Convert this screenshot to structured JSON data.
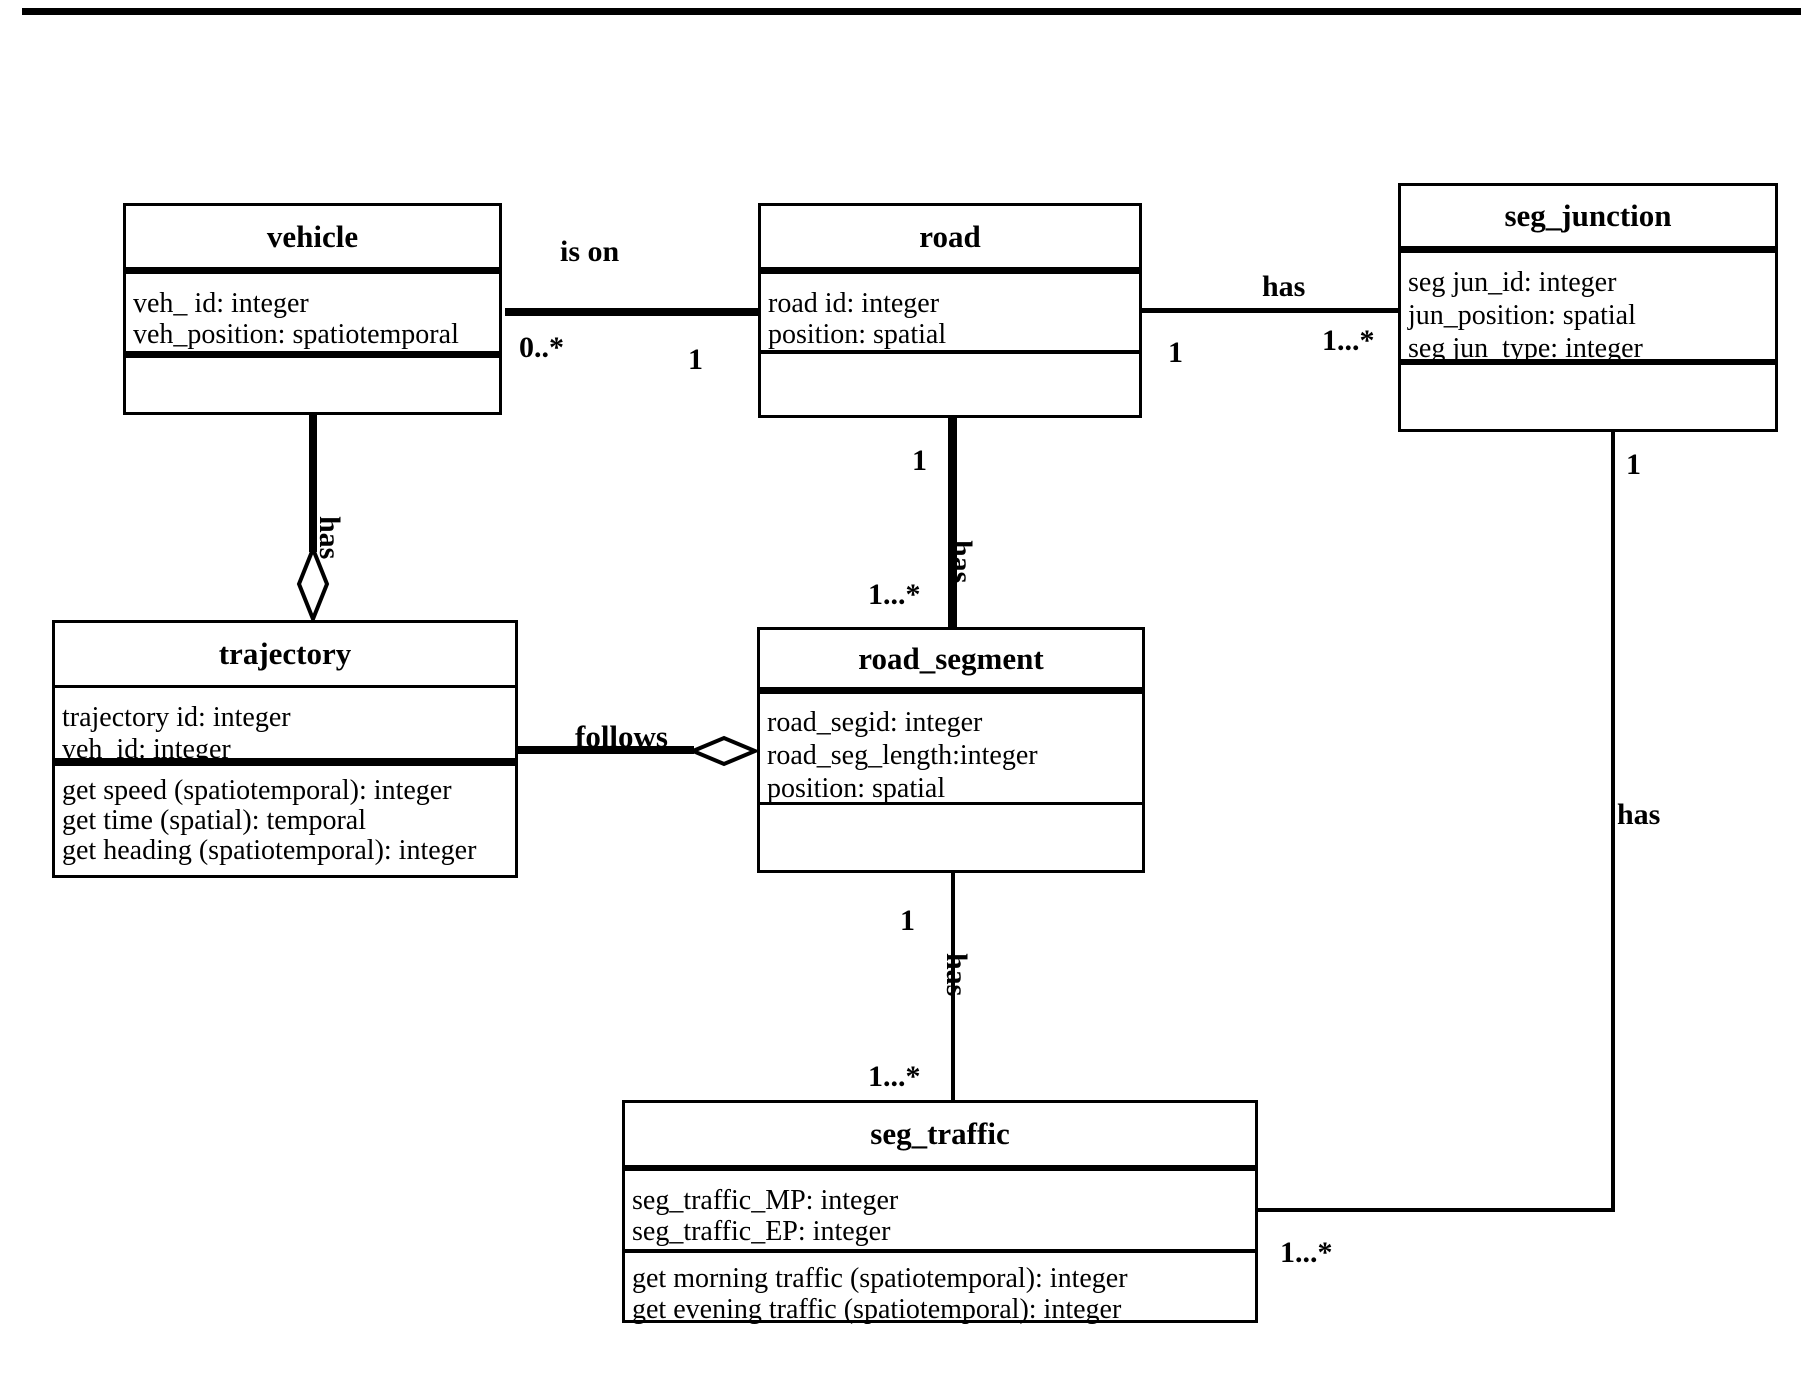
{
  "diagram": {
    "colors": {
      "line": "#000000",
      "background": "#ffffff"
    },
    "classes": {
      "vehicle": {
        "title": "vehicle",
        "attributes": [
          "veh_ id: integer",
          "veh_position: spatiotemporal"
        ],
        "methods": []
      },
      "road": {
        "title": "road",
        "attributes": [
          "road id: integer",
          "position: spatial"
        ],
        "methods": []
      },
      "seg_junction": {
        "title": "seg_junction",
        "attributes": [
          "seg jun_id: integer",
          "jun_position: spatial",
          "seg jun_type: integer"
        ],
        "methods": []
      },
      "trajectory": {
        "title": "trajectory",
        "attributes": [
          "trajectory id: integer",
          "veh_id: integer"
        ],
        "methods": [
          "get speed (spatiotemporal): integer",
          "get time (spatial): temporal",
          "get heading (spatiotemporal): integer"
        ]
      },
      "road_segment": {
        "title": "road_segment",
        "attributes": [
          "road_segid: integer",
          "road_seg_length:integer",
          "position: spatial"
        ],
        "methods": []
      },
      "seg_traffic": {
        "title": "seg_traffic",
        "attributes": [
          "seg_traffic_MP: integer",
          "seg_traffic_EP: integer"
        ],
        "methods": [
          "get morning traffic (spatiotemporal): integer",
          "get evening traffic (spatiotemporal): integer"
        ]
      }
    },
    "relationships": {
      "vehicle_road": {
        "label": "is on",
        "mult_vehicle": "0..*",
        "mult_road": "1"
      },
      "road_seg_junction": {
        "label": "has",
        "mult_road": "1",
        "mult_junction": "1...*"
      },
      "road_road_segment": {
        "label": "has",
        "mult_road": "1",
        "mult_segment": "1...*"
      },
      "vehicle_trajectory": {
        "label": "has"
      },
      "trajectory_road_segment": {
        "label": "follows"
      },
      "road_segment_seg_traffic": {
        "label": "has",
        "mult_segment": "1",
        "mult_traffic": "1...*"
      },
      "seg_junction_seg_traffic": {
        "label": "has",
        "mult_junction": "1",
        "mult_traffic": "1...*"
      }
    }
  }
}
